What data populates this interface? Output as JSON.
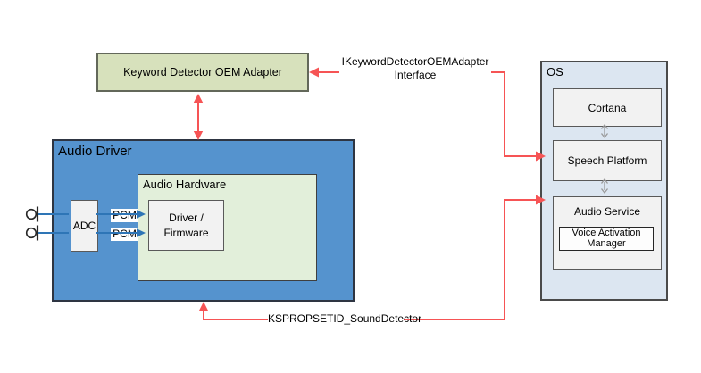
{
  "colors": {
    "audio_driver_fill": "#5593ce",
    "adapter_fill": "#d7e1bc",
    "hardware_fill": "#e2efda",
    "os_fill": "#dce6f1",
    "inner_box_fill": "#f2f2f2",
    "vam_fill": "#fdfdfd",
    "red_connector": "#f65455",
    "blue_connector": "#2e75b6",
    "gray_connector": "#999999"
  },
  "adapter": {
    "label": "Keyword Detector OEM Adapter"
  },
  "audio_driver": {
    "title": "Audio Driver",
    "adc_label": "ADC",
    "pcm_labels": [
      "PCM",
      "PCM"
    ],
    "microphone_input_count": 2,
    "hardware": {
      "title": "Audio Hardware",
      "driver_firmware_label": "Driver / Firmware"
    }
  },
  "os": {
    "title": "OS",
    "cortana_label": "Cortana",
    "speech_platform_label": "Speech Platform",
    "audio_service_label": "Audio Service",
    "voice_activation_manager_label": "Voice Activation Manager"
  },
  "connector_labels": {
    "ikeyword_interface_line1": "IKeywordDetectorOEMAdapter",
    "ikeyword_interface_line2": "Interface",
    "ksprop": "KSPROPSETID_SoundDetector"
  }
}
